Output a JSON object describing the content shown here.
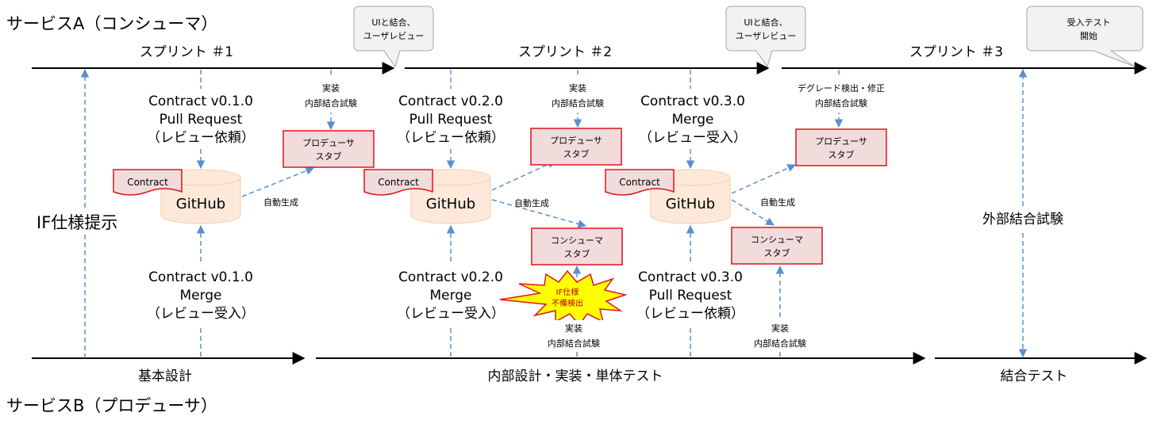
{
  "title_a": "サービスA（コンシューマ）",
  "title_b": "サービスB（プロデューサ）",
  "top_timeline": {
    "sprint1": "スプリント ＃1",
    "sprint2": "スプリント ＃2",
    "sprint3": "スプリント ＃3"
  },
  "bottom_timeline": {
    "phase1": "基本設計",
    "phase2": "内部設計・実装・単体テスト",
    "phase3": "結合テスト"
  },
  "callouts": {
    "c1": [
      "UIと結合、",
      "ユーザレビュー"
    ],
    "c2": [
      "UIと結合、",
      "ユーザレビュー"
    ],
    "c3": [
      "受入テスト",
      "開始"
    ]
  },
  "if_spec": "IF仕様提示",
  "external_test": "外部結合試験",
  "repo": {
    "name": "GitHub",
    "contract_tag": "Contract"
  },
  "auto_gen": "自動生成",
  "producer_stub": [
    "プロデューサ",
    "スタブ"
  ],
  "consumer_stub": [
    "コンシューマ",
    "スタブ"
  ],
  "impl_test": [
    "実装",
    "内部結合試験"
  ],
  "degrade_fix": [
    "デグレード検出・修正",
    "内部結合試験"
  ],
  "burst": [
    "IF仕様",
    "不備検出"
  ],
  "sprint_blocks": {
    "s1_top": [
      "Contract v0.1.0",
      "Pull Request",
      "（レビュー依頼）"
    ],
    "s1_bottom": [
      "Contract v0.1.0",
      "Merge",
      "（レビュー受入）"
    ],
    "s2_top": [
      "Contract v0.2.0",
      "Pull Request",
      "（レビュー依頼）"
    ],
    "s2_bottom": [
      "Contract v0.2.0",
      "Merge",
      "（レビュー受入）"
    ],
    "s3_top": [
      "Contract v0.3.0",
      "Merge",
      "（レビュー受入）"
    ],
    "s3_bottom": [
      "Contract v0.3.0",
      "Pull Request",
      "（レビュー依頼）"
    ]
  },
  "colors": {
    "arrow_blue": "#5b8fd0",
    "stub_fill": "#f2dcdb",
    "stub_border": "#e0141e",
    "cylinder_fill": "#fde9d9",
    "cylinder_stroke": "#f9c9a4",
    "callout_fill": "#f2f2f2",
    "burst_fill": "#ffff00"
  }
}
